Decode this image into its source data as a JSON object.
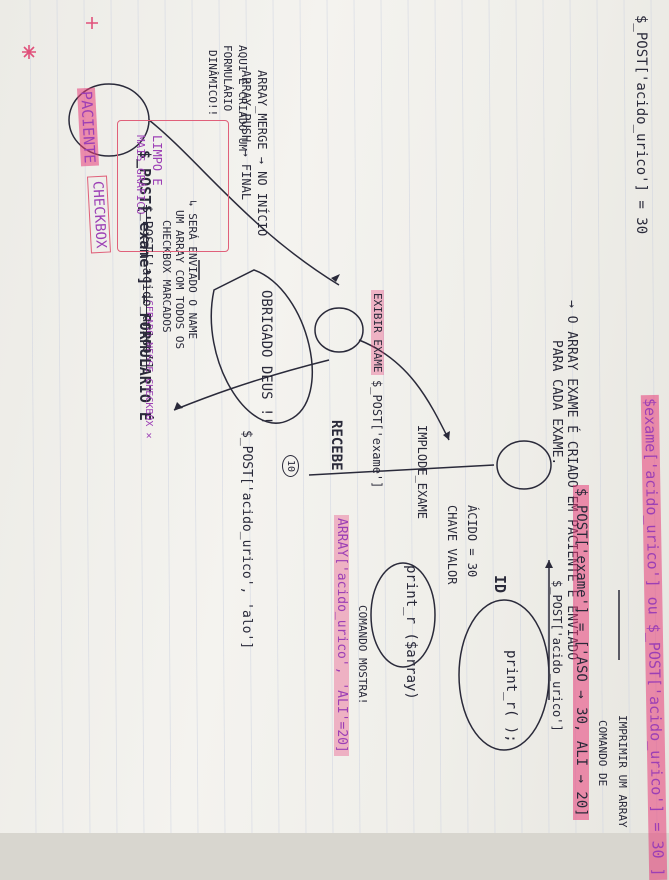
{
  "notes": {
    "header": "$exame['acido_urico'] ou $_POST['acido_urico'] = 30 ]",
    "paciente": "PACIENTE",
    "checkbox": "CHECKBOX",
    "post_exame": "$_POST['exame'] ← FORMULARIO É",
    "gerado": "GERADO NESSE CHECKBOX ✕",
    "array_line1": "→ O ARRAY EXAME É CRIADO EM PACIENTE E ENVIADO",
    "array_line2": "PARA CADA EXAME.",
    "sera_line1": "↳ SERÁ ENVIADO O NAME",
    "sera_line2": "UM ARRAY COM TODOS OS",
    "sera_line3": "CHECKBOX MARCADOS",
    "post_exame_eq": "$_POST['exame'] = ['ASO → 30, ALI → 20]",
    "id": "ID",
    "print_r_arr": "print_r ($array)",
    "comando_mostra": "COMANDO MOSTRA!",
    "aqui_line1": "AQUI É CRIADO UM",
    "aqui_line2": "FORMULÁRIO",
    "aqui_line3": "DINÂMICO!!",
    "array_merge1": "ARRAY_MERGE → NO INÍCIO",
    "array_merge2": "ARRAY_PUSH → FINAL",
    "limpo": "LIMPO E",
    "mais_grafico": "MAIS GRÁFICO",
    "post_acido_struck": "$_POST['acido_urico']",
    "obrigado": "OBRIGADO DEUS !!",
    "recebe": "RECEBE",
    "exibir_exame": "EXIBIR EXAME",
    "post_exame2": "$_POST['exame']",
    "post_acido_eq": "$_POST['acido_urico'] = 30",
    "pink_array": "ARRAY['acido_urico', 'ALI'=20]",
    "post_acido_alo": "$_POST['acido_urico', 'alo']",
    "implode": "IMPLODE_EXAME",
    "chave_valor": "CHAVE VALOR",
    "acido_eq": "ÁCIDO = 30",
    "post_acido_urico": "$_POST['acido_urico']",
    "print_r_empty": "print_r(   );",
    "comando_de": "COMANDO DE",
    "imprimir": "IMPRIMIR UM ARRAY",
    "circle_num": "10"
  }
}
